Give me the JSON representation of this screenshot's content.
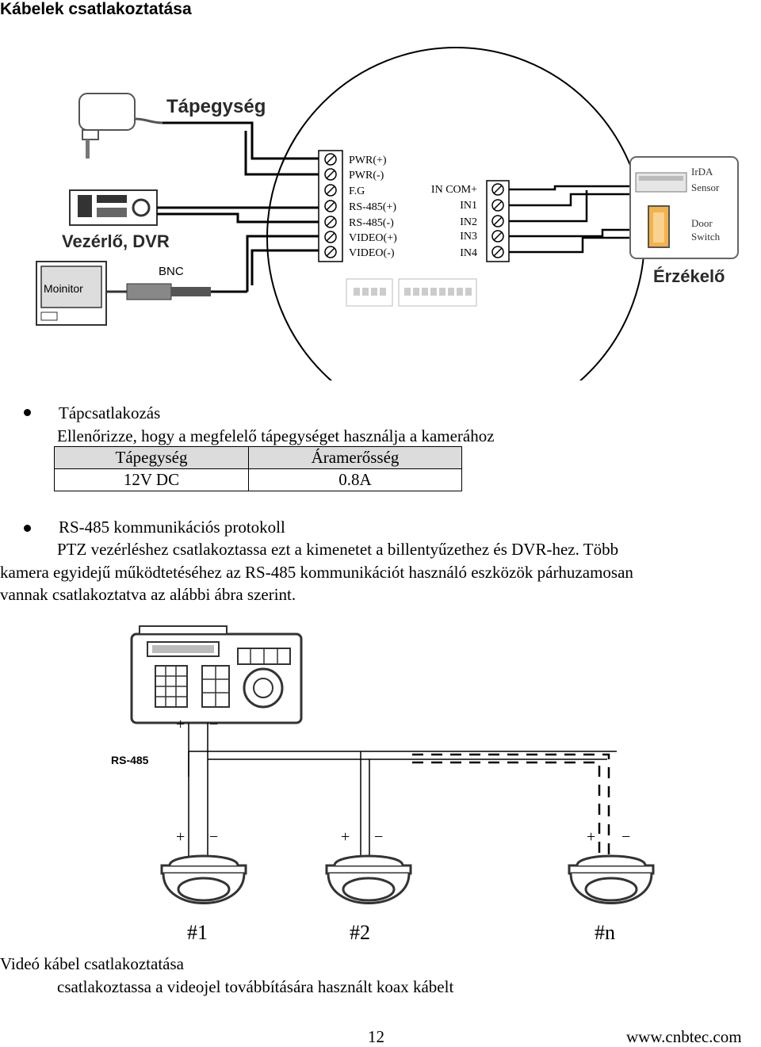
{
  "page_title": "Kábelek csatlakoztatása",
  "wiring_diagram": {
    "psu_label": "Tápegység",
    "controller_label": "Vezérlő, DVR",
    "monitor_label": "Moinitor",
    "bnc_label": "BNC",
    "terminal_labels": [
      "PWR(+)",
      "PWR(-)",
      "F.G",
      "RS-485(+)",
      "RS-485(-)",
      "VIDEO(+)",
      "VIDEO(-)"
    ],
    "alarm_labels": [
      "IN COM+",
      "IN1",
      "IN2",
      "IN3",
      "IN4"
    ],
    "sensor_irda": "IrDA",
    "sensor_irda_2": "Sensor",
    "sensor_door": "Door",
    "sensor_door_2": "Switch",
    "sensor_group_label": "Érzékelő"
  },
  "power_section": {
    "heading": "Tápcsatlakozás",
    "text": "Ellenőrizze, hogy a megfelelő tápegységet használja a kamerához",
    "table": {
      "headers": [
        "Tápegység",
        "Áramerősség"
      ],
      "rows": [
        [
          "12V DC",
          "0.8A"
        ]
      ]
    }
  },
  "rs485_section": {
    "heading": "RS-485 kommunikációs protokoll",
    "lines": [
      "PTZ vezérléshez csatlakoztassa ezt a kimenetet a billentyűzethez és DVR-hez. Több",
      "kamera egyidejű működtetéséhez az RS-485 kommunikációt használó eszközök párhuzamosan",
      "vannak csatlakoztatva az alábbi ábra szerint."
    ]
  },
  "bus_diagram": {
    "bus_label": "RS-485",
    "cameras": [
      "#1",
      "#2",
      "#n"
    ],
    "plus": "+",
    "minus": "−"
  },
  "video_section": {
    "heading": "Videó kábel csatlakoztatása",
    "text": "csatlakoztassa a videojel továbbítására használt koax kábelt"
  },
  "footer": {
    "page_number": "12",
    "website": "www.cnbtec.com"
  }
}
